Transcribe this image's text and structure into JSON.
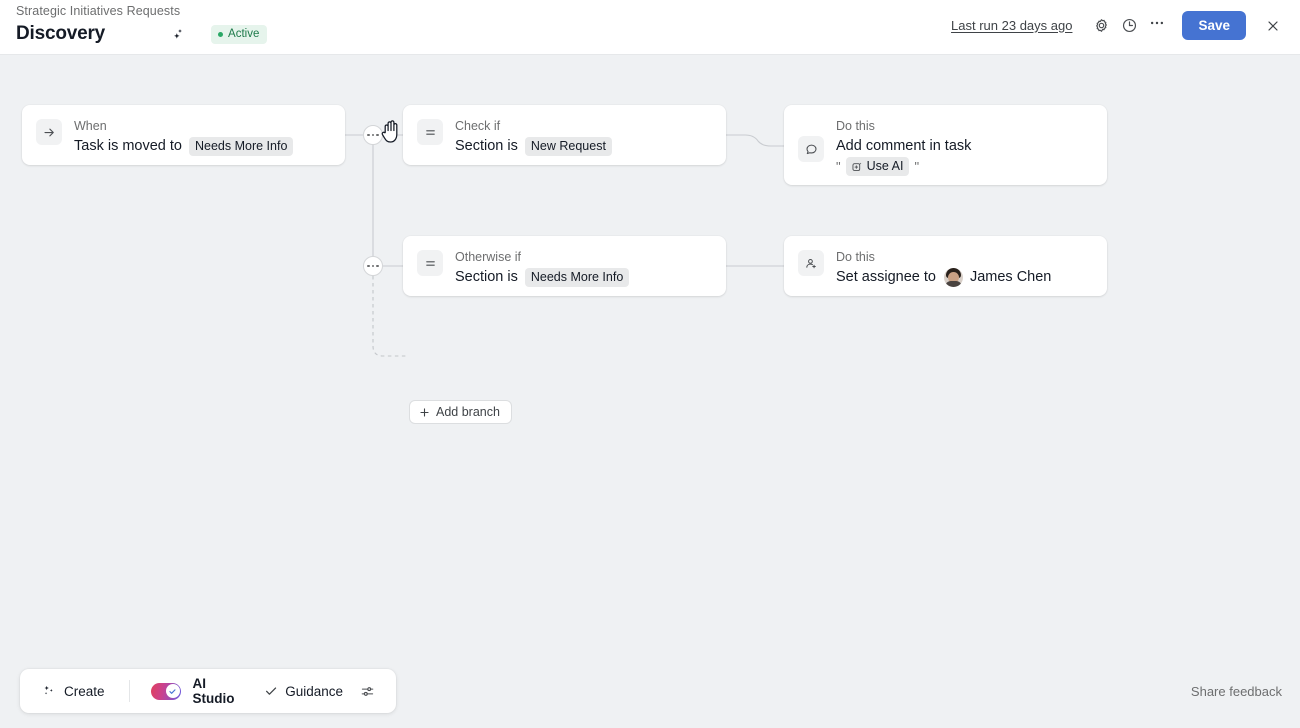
{
  "header": {
    "breadcrumb": "Strategic Initiatives Requests",
    "title": "Discovery",
    "sparkle_icon": "sparkle-icon",
    "status_badge": "Active",
    "status_color": "#2aa866",
    "last_run": "Last run 23 days ago",
    "settings_icon": "gear-icon",
    "history_icon": "clock-icon",
    "more_icon": "ellipsis-icon",
    "save_label": "Save",
    "save_color": "#4573d2",
    "close_icon": "close-icon"
  },
  "flow": {
    "trigger": {
      "icon": "arrow-right-icon",
      "label": "When",
      "text": "Task is moved to",
      "chip": "Needs More Info"
    },
    "branches": [
      {
        "condition": {
          "icon": "section-lines-icon",
          "label": "Check if",
          "text": "Section is",
          "chip": "New Request"
        },
        "action": {
          "icon": "comment-bubble-icon",
          "label": "Do this",
          "text": "Add comment in task",
          "quote_open": "\"",
          "chip_icon": "ai-square-plus-icon",
          "chip": "Use AI",
          "quote_close": "\""
        }
      },
      {
        "condition": {
          "icon": "section-lines-icon",
          "label": "Otherwise if",
          "text": "Section is",
          "chip": "Needs More Info"
        },
        "action": {
          "icon": "add-person-icon",
          "label": "Do this",
          "text": "Set assignee to",
          "avatar": "james-chen-avatar",
          "assignee": "James Chen"
        }
      }
    ],
    "add_branch": {
      "icon": "plus-icon",
      "label": "Add branch"
    },
    "node_menu_icon": "ellipsis-node-icon",
    "cursor": "grab-hand-cursor"
  },
  "bottom_bar": {
    "create": {
      "icon": "sparkle-plus-icon",
      "label": "Create"
    },
    "ai_studio": {
      "toggle_on": true,
      "label": "AI Studio"
    },
    "guidance": {
      "icon": "check-icon",
      "label": "Guidance"
    },
    "settings_icon": "sliders-icon"
  },
  "share_feedback": "Share feedback"
}
